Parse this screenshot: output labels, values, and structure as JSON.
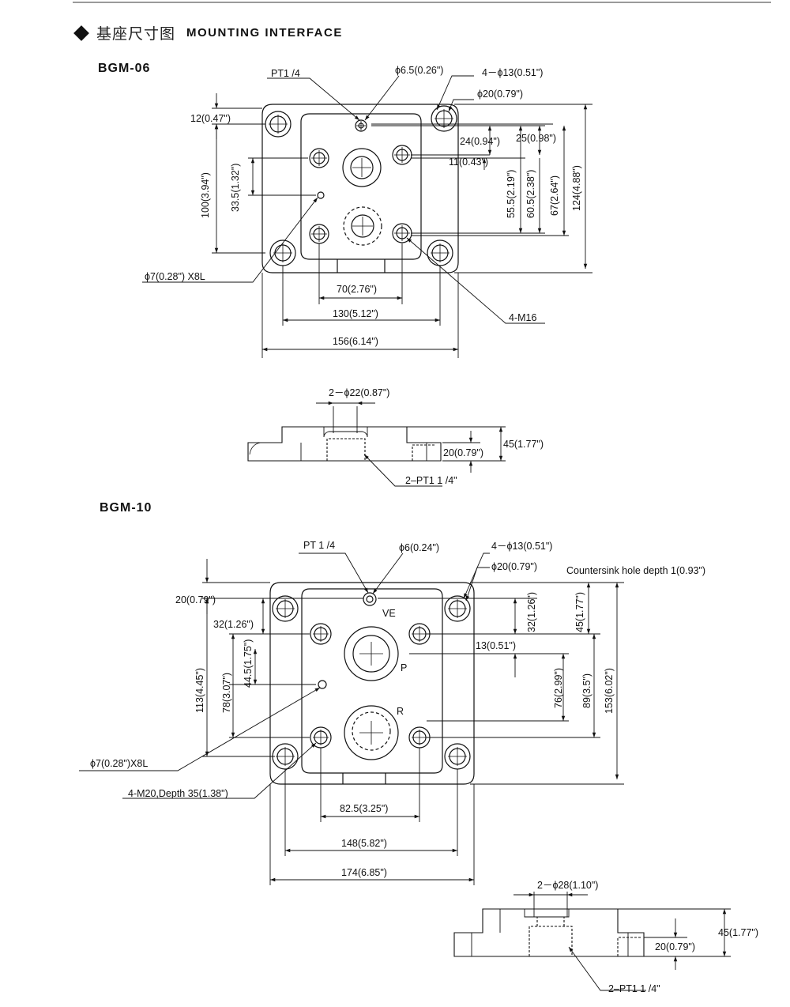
{
  "header": {
    "title_cn": "基座尺寸图",
    "title_en": "MOUNTING INTERFACE"
  },
  "bgm06": {
    "model": "BGM-06",
    "pt_label": "PT1 /4",
    "phi_small": "ϕ6.5(0.26\")",
    "holes_13": "4－ϕ13(0.51\")",
    "phi_20": "ϕ20(0.79\")",
    "dim_12": "12(0.47\")",
    "dim_24": "24(0.94\")",
    "dim_25": "25(0.98\")",
    "dim_11": "11(0.43\")",
    "dim_100": "100(3.94\")",
    "dim_33_5": "33.5(1.32\")",
    "dim_55_5": "55.5(2.19\")",
    "dim_60_5": "60.5(2.38\")",
    "dim_67": "67(2.64\")",
    "dim_124": "124(4.88\")",
    "phi_7": "ϕ7(0.28\") X8L",
    "dim_70": "70(2.76\")",
    "dim_130": "130(5.12\")",
    "dim_156": "156(6.14\")",
    "m16": "4-M16",
    "side_phi": "2－ϕ22(0.87\")",
    "side_20": "20(0.79\")",
    "side_45": "45(1.77\")",
    "side_pt": "2–PT1  1 /4\""
  },
  "bgm10": {
    "model": "BGM-10",
    "pt_label": "PT 1 /4",
    "phi_small": "ϕ6(0.24\")",
    "holes_13": "4－ϕ13(0.51\")",
    "phi_20": "ϕ20(0.79\")",
    "countersink": "Countersink hole depth 1(0.93\")",
    "dim_20": "20(0.79\")",
    "dim_32_left": "32(1.26\")",
    "dim_32_right": "32(1.26\")",
    "dim_45": "45(1.77\")",
    "dim_13": "13(0.51\")",
    "dim_113": "113(4.45\")",
    "dim_78": "78(3.07\")",
    "dim_44_5": "44.5(1.75\")",
    "dim_76": "76(2.99\")",
    "dim_89": "89(3.5\")",
    "dim_153": "153(6.02\")",
    "port_ve": "VE",
    "port_p": "P",
    "port_r": "R",
    "phi_7": "ϕ7(0.28\")X8L",
    "m20": "4-M20,Depth 35(1.38\")",
    "dim_82_5": "82.5(3.25\")",
    "dim_148": "148(5.82\")",
    "dim_174": "174(6.85\")",
    "side_phi": "2－ϕ28(1.10\")",
    "side_45": "45(1.77\")",
    "side_20": "20(0.79\")",
    "side_pt": "2–PT1  1 /4\""
  }
}
